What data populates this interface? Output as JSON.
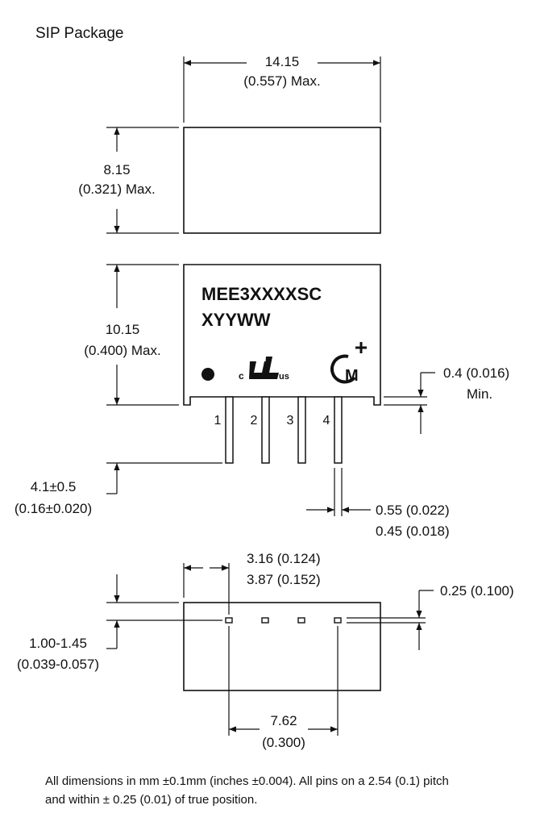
{
  "title": "SIP Package",
  "top_view": {
    "width_mm": "14.15",
    "width_in": "(0.557) Max.",
    "height_mm": "8.15",
    "height_in": "(0.321) Max."
  },
  "front_view": {
    "part_number": "MEE3XXXXSC",
    "date_code": "XYYWW",
    "height_mm": "10.15",
    "height_in": "(0.400) Max.",
    "standoff_mm": "0.4 (0.016)",
    "standoff_min": "Min.",
    "pins": [
      "1",
      "2",
      "3",
      "4"
    ],
    "pin_length_mm": "4.1±0.5",
    "pin_length_in": "(0.16±0.020)",
    "pin_width_1": "0.55 (0.022)",
    "pin_width_2": "0.45 (0.018)",
    "logo_ul_left": "c",
    "logo_ul_right": "us",
    "logo_brand": "M"
  },
  "bottom_view": {
    "offset_1": "3.16 (0.124)",
    "offset_2": "3.87 (0.152)",
    "pin_thickness": "0.25 (0.100)",
    "edge_mm": "1.00-1.45",
    "edge_in": "(0.039-0.057)",
    "pitch_mm": "7.62",
    "pitch_in": "(0.300)"
  },
  "footnote": {
    "line1": "All dimensions in mm ±0.1mm (inches ±0.004). All pins on a 2.54 (0.1) pitch",
    "line2": "and within ± 0.25 (0.01) of true position."
  }
}
